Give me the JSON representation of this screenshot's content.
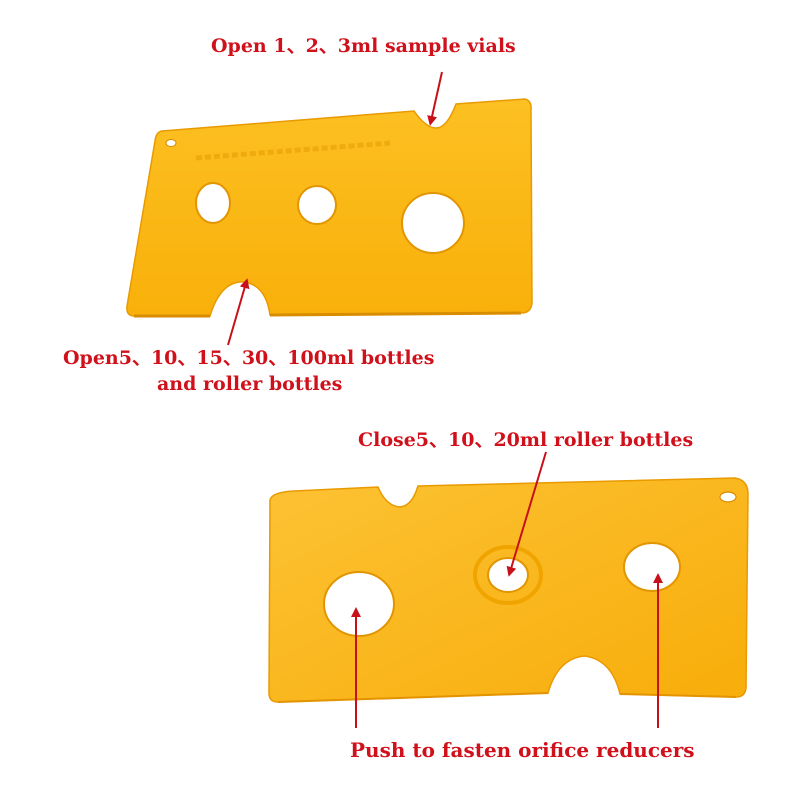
{
  "labels": {
    "open_vials": "Open 1、2、3ml sample vials",
    "open_bottles_line1": "Open5、10、15、30、100ml bottles",
    "open_bottles_line2": "and roller bottles",
    "close_rollers": "Close5、10、20ml roller bottles",
    "push_reducers": "Push to fasten orifice reducers"
  },
  "colors": {
    "tool_fill": "#fbb80e",
    "tool_edge": "#e89a00",
    "label_red": "#d0101a"
  }
}
